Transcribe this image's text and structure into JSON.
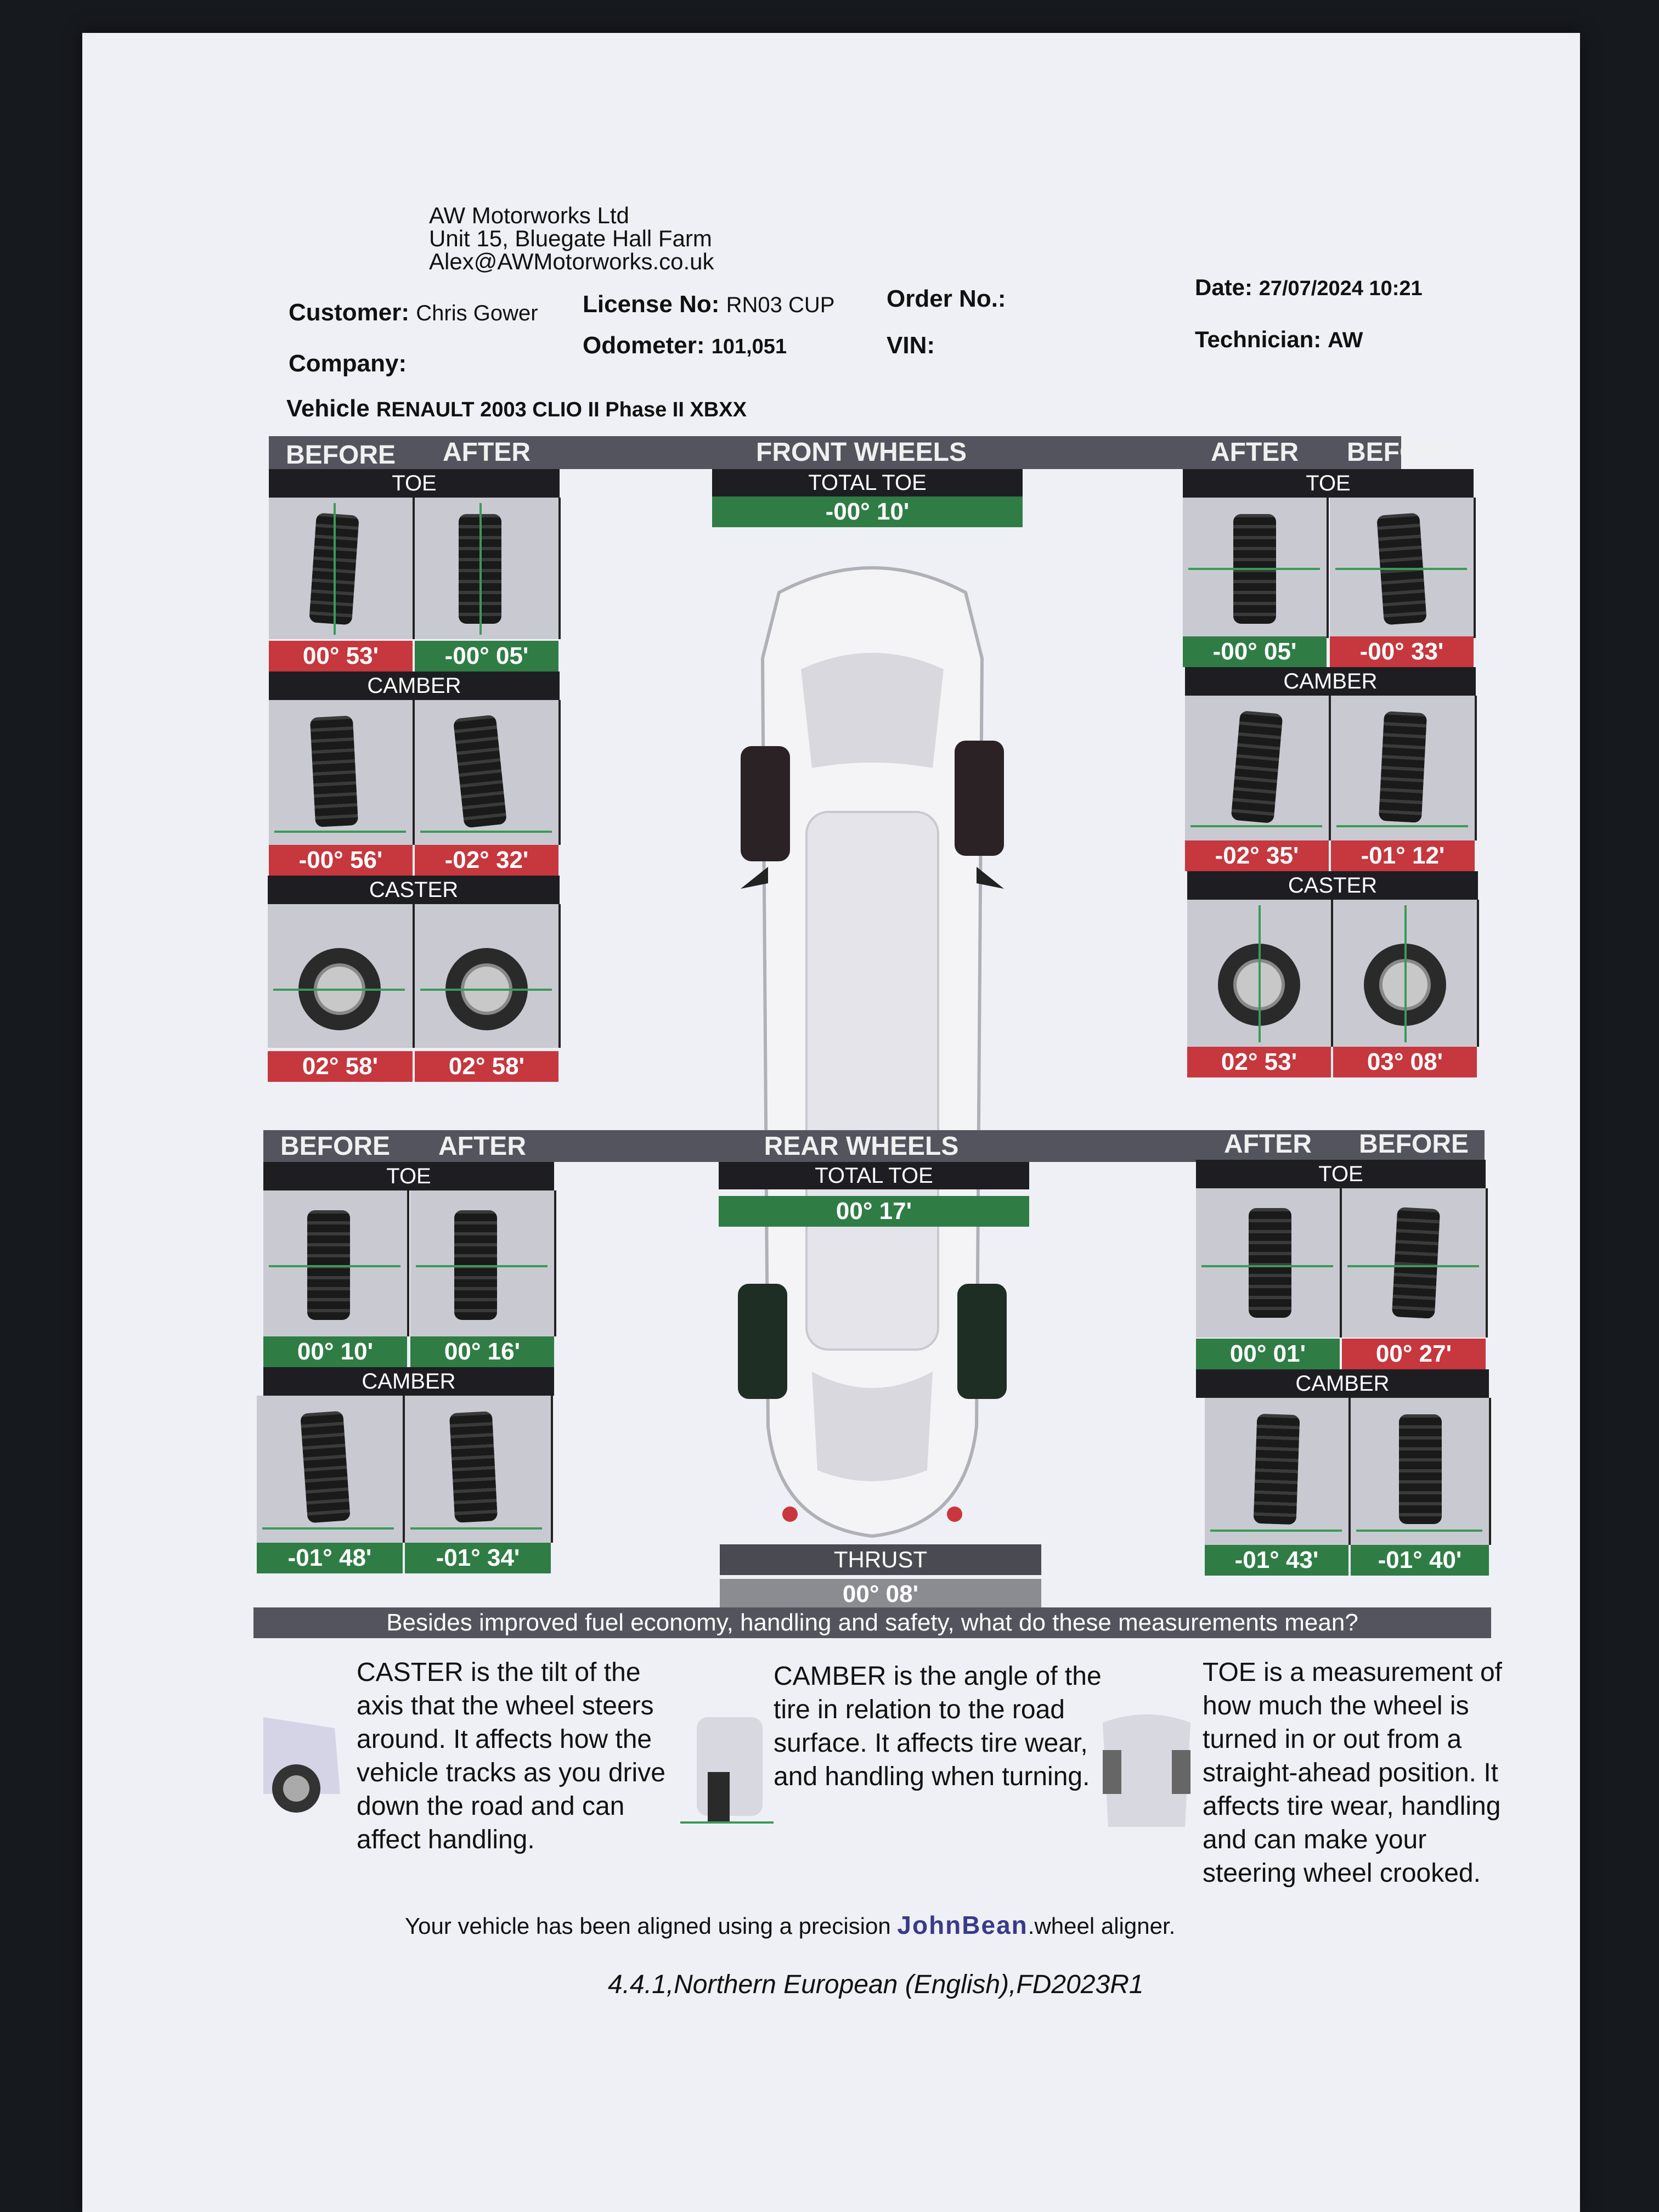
{
  "shop": {
    "name": "AW Motorworks Ltd",
    "address": "Unit 15, Bluegate Hall Farm",
    "email": "Alex@AWMotorworks.co.uk"
  },
  "info": {
    "customer_label": "Customer:",
    "customer": "Chris Gower",
    "license_label": "License No:",
    "license": "RN03 CUP",
    "order_label": "Order No.:",
    "date_label": "Date:",
    "date": "27/07/2024 10:21",
    "company_label": "Company:",
    "odometer_label": "Odometer:",
    "odometer": "101,051",
    "vin_label": "VIN:",
    "technician_label": "Technician:",
    "technician": "AW",
    "vehicle_label": "Vehicle",
    "vehicle": "RENAULT 2003 CLIO II Phase II XBXX"
  },
  "labels": {
    "before": "BEFORE",
    "after": "AFTER",
    "toe": "TOE",
    "camber": "CAMBER",
    "caster": "CASTER",
    "front_wheels": "FRONT WHEELS",
    "rear_wheels": "REAR WHEELS",
    "total_toe": "TOTAL TOE",
    "thrust": "THRUST"
  },
  "front": {
    "total_toe": "-00° 10'",
    "left": {
      "toe_before": "00° 53'",
      "toe_after": "-00° 05'",
      "camber_before": "-00° 56'",
      "camber_after": "-02° 32'",
      "caster_before": "02° 58'",
      "caster_after": "02° 58'"
    },
    "right": {
      "toe_after": "-00° 05'",
      "toe_before": "-00° 33'",
      "camber_after": "-02° 35'",
      "camber_before": "-01° 12'",
      "caster_after": "02° 53'",
      "caster_before": "03° 08'"
    }
  },
  "rear": {
    "total_toe": "00° 17'",
    "thrust": "00° 08'",
    "left": {
      "toe_before": "00° 10'",
      "toe_after": "00° 16'",
      "camber_before": "-01° 48'",
      "camber_after": "-01° 34'"
    },
    "right": {
      "toe_after": "00° 01'",
      "toe_before": "00° 27'",
      "camber_after": "-01° 43'",
      "camber_before": "-01° 40'"
    }
  },
  "explain": {
    "question": "Besides improved fuel economy, handling and safety, what do these measurements mean?",
    "caster": "CASTER is the tilt of the axis that the wheel steers around. It affects how the vehicle tracks as you drive down the road and can affect handling.",
    "camber": "CAMBER is the angle of the tire in relation to the road surface. It affects tire wear, and handling when turning.",
    "toe": "TOE is a measurement of how much the wheel is turned in or out from a straight-ahead position. It affects tire wear, handling and can make your steering wheel crooked."
  },
  "footer": {
    "aligned_prefix": "Your vehicle has been aligned using a precision",
    "brand": "JohnBean",
    "aligned_suffix": ".wheel aligner.",
    "version": "4.4.1,Northern European (English),FD2023R1"
  },
  "colors": {
    "red": "#c6373e",
    "green": "#2f7d45",
    "band": "#54545e",
    "black": "#1e1e22"
  }
}
